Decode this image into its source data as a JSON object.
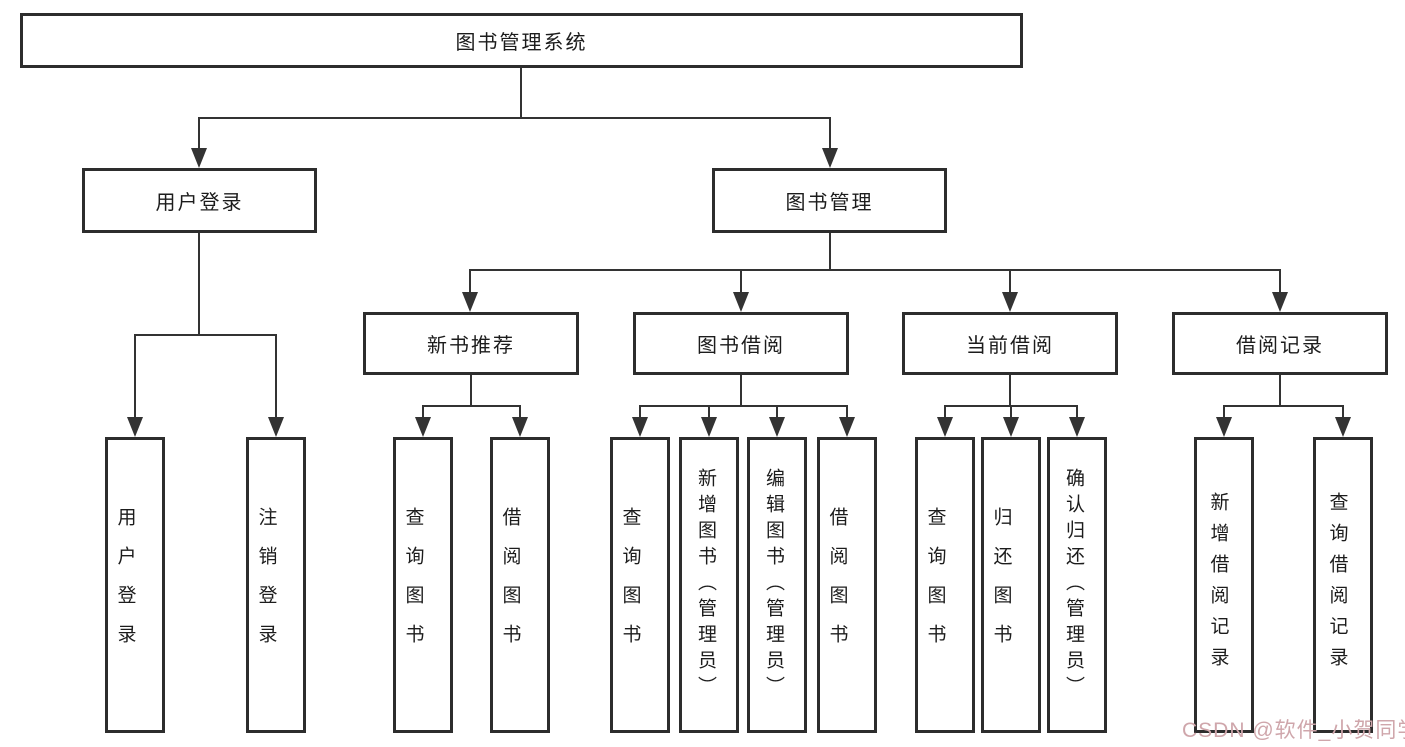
{
  "diagram_title": "图书管理系统",
  "tree": {
    "root": "图书管理系统",
    "branches": [
      {
        "label": "用户登录",
        "children": [
          "用户登录",
          "注销登录"
        ]
      },
      {
        "label": "图书管理",
        "subbranches": [
          {
            "label": "新书推荐",
            "children": [
              "查询图书",
              "借阅图书"
            ]
          },
          {
            "label": "图书借阅",
            "children": [
              "查询图书",
              "新增图书（管理员）",
              "编辑图书（管理员）",
              "借阅图书"
            ]
          },
          {
            "label": "当前借阅",
            "children": [
              "查询图书",
              "归还图书",
              "确认归还（管理员）"
            ]
          },
          {
            "label": "借阅记录",
            "children": [
              "新增借阅记录",
              "查询借阅记录"
            ]
          }
        ]
      }
    ]
  },
  "watermark": {
    "text": "CSDN @软件_小贺同学",
    "color": "#cfa6ab"
  },
  "colors": {
    "line": "#333333",
    "box_border": "#2d2d2d",
    "text": "#1c1c1c",
    "background": "#ffffff"
  }
}
